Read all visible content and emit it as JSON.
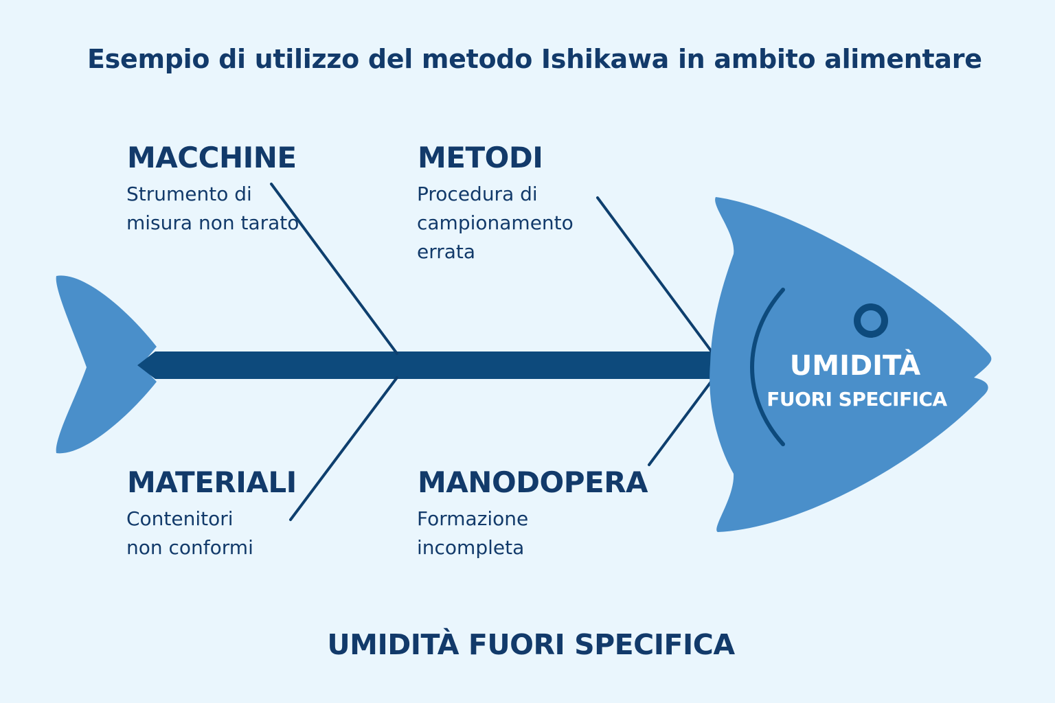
{
  "title": "Esempio di utilizzo del metodo Ishikawa in ambito alimentare",
  "categories": [
    {
      "name": "MACCHINE",
      "cause": "Strumento di misura non tarato"
    },
    {
      "name": "METODI",
      "cause": "Procedura di campionamento errata"
    },
    {
      "name": "MATERIALI",
      "cause": "Contenitori non conformi"
    },
    {
      "name": "MANODOPERA",
      "cause": "Formazione incompleta"
    }
  ],
  "head": {
    "line1": "UMIDITÀ",
    "line2": "FUORI SPECIFICA"
  },
  "effect": "UMIDITÀ FUORI SPECIFICA",
  "colors": {
    "background": "#eaf6fd",
    "fish": "#4a8fca",
    "spine": "#0d4a7c",
    "text": "#123a6a"
  }
}
